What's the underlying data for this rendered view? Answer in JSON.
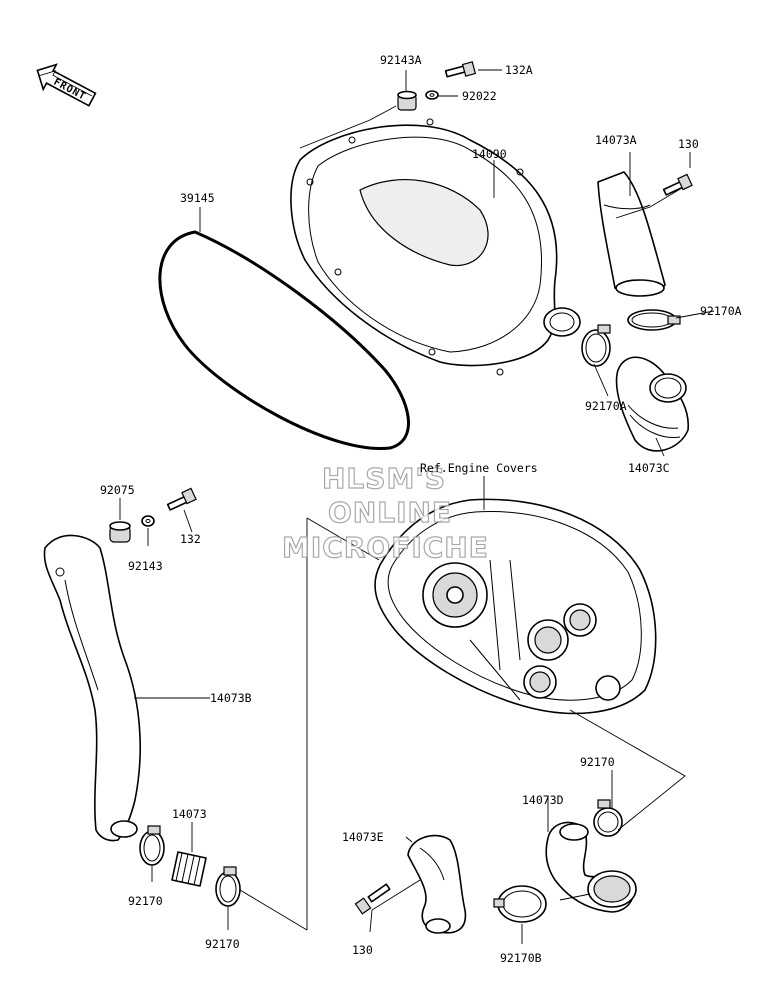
{
  "front_badge": "FRONT",
  "reference_note": "Ref.Engine Covers",
  "watermark": [
    "HLSM'S",
    "ONLINE",
    "MICROFICHE"
  ],
  "part_labels": {
    "p92143A": "92143A",
    "p132A": "132A",
    "p92022": "92022",
    "p14090": "14090",
    "p39145": "39145",
    "p14073A": "14073A",
    "p130_top": "130",
    "p92170A_right": "92170A",
    "p92170A_left": "92170A",
    "p14073C": "14073C",
    "p92075": "92075",
    "p132": "132",
    "p92143": "92143",
    "p14073B": "14073B",
    "p14073": "14073",
    "p92170_left": "92170",
    "p92170_bottom": "92170",
    "p92170_right": "92170",
    "p14073D": "14073D",
    "p14073E": "14073E",
    "p130_bottom": "130",
    "p92170B": "92170B"
  }
}
